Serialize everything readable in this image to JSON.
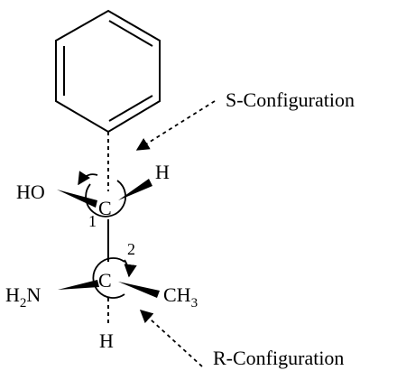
{
  "diagram": {
    "labels": {
      "s_configuration": "S-Configuration",
      "r_configuration": "R-Configuration",
      "hydroxyl": "HO",
      "h_top": "H",
      "carbon_1": "C",
      "locant_1": "1",
      "locant_2": "2",
      "amino_h": "H",
      "amino_subscript": "2",
      "amino_n": "N",
      "carbon_2": "C",
      "methyl_ch": "CH",
      "methyl_subscript": "3",
      "h_bottom": "H"
    },
    "colors": {
      "ink": "#000000",
      "background": "#ffffff"
    }
  }
}
